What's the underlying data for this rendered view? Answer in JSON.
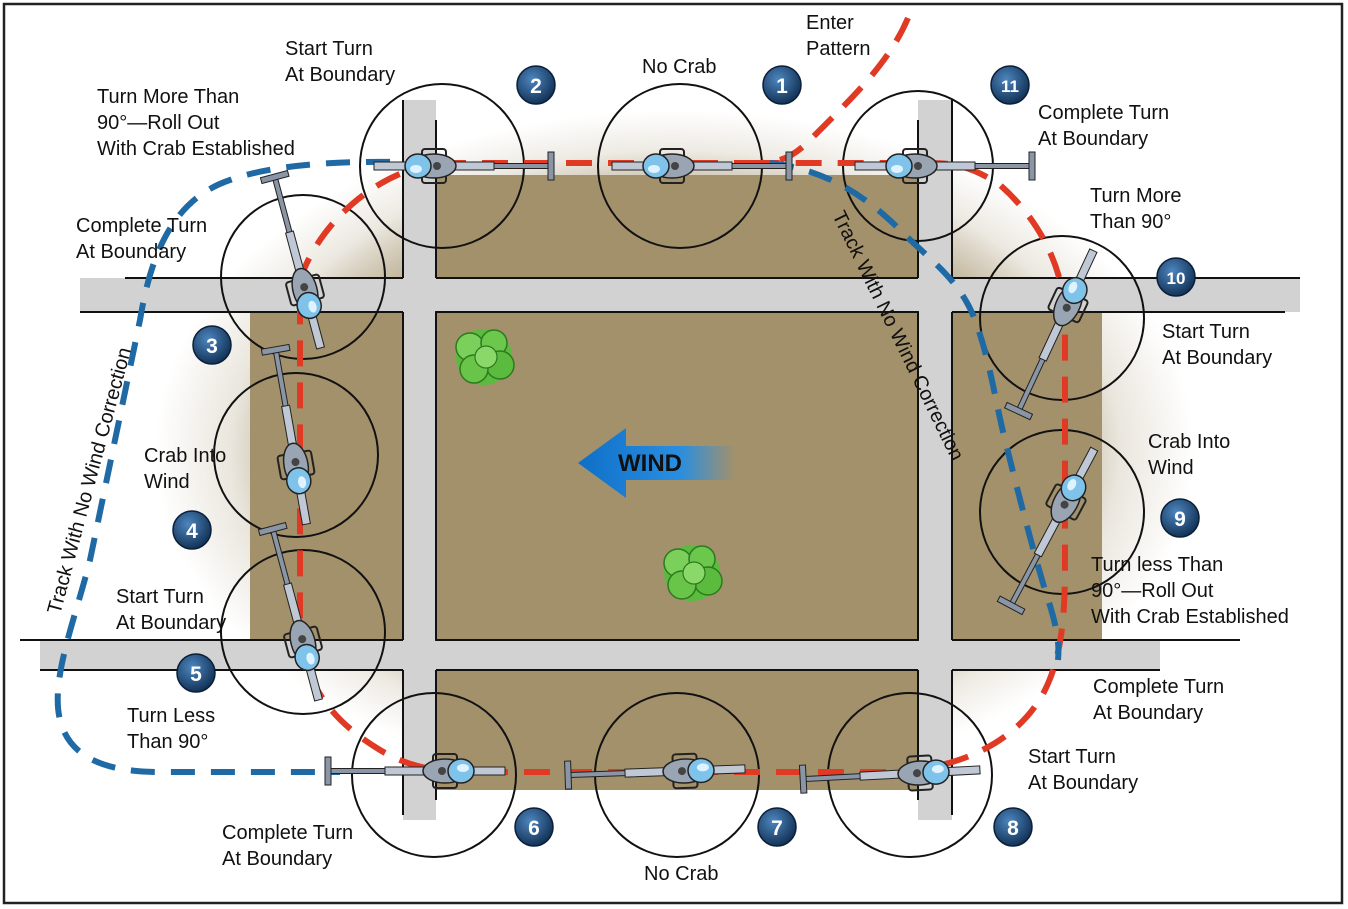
{
  "diagram": {
    "wind_label": "WIND",
    "track_label": "Track With No Wind Correction",
    "labels": {
      "enter_pattern": [
        "Enter",
        "Pattern"
      ],
      "no_crab_top": "No Crab",
      "no_crab_bottom": "No Crab",
      "start_turn_2": [
        "Start Turn",
        "At Boundary"
      ],
      "turn_more_3": [
        "Turn More Than",
        "90°—Roll Out",
        "With Crab Established"
      ],
      "complete_turn_3": [
        "Complete Turn",
        "At Boundary"
      ],
      "crab_into_wind_4": [
        "Crab Into",
        "Wind"
      ],
      "start_turn_5": [
        "Start Turn",
        "At Boundary"
      ],
      "turn_less_5": [
        "Turn Less",
        "Than 90°"
      ],
      "complete_turn_6": [
        "Complete Turn",
        "At Boundary"
      ],
      "start_turn_8": [
        "Start Turn",
        "At Boundary"
      ],
      "complete_turn_9": [
        "Complete Turn",
        "At Boundary"
      ],
      "turn_less_9": [
        "Turn less Than",
        "90°—Roll Out",
        "With Crab Established"
      ],
      "crab_into_wind_9": [
        "Crab Into",
        "Wind"
      ],
      "start_turn_10": [
        "Start Turn",
        "At Boundary"
      ],
      "turn_more_10": [
        "Turn More",
        "Than 90°"
      ],
      "complete_turn_11": [
        "Complete Turn",
        "At Boundary"
      ]
    },
    "positions": [
      "1",
      "2",
      "3",
      "4",
      "5",
      "6",
      "7",
      "8",
      "9",
      "10",
      "11"
    ],
    "colors": {
      "field": "#a3916b",
      "road": "#cfcfcf",
      "wind_track": "#1f6aa5",
      "flight_path": "#e03a25",
      "badge": "#1a3f66",
      "wind_arrow": "#1a7fd0"
    }
  }
}
